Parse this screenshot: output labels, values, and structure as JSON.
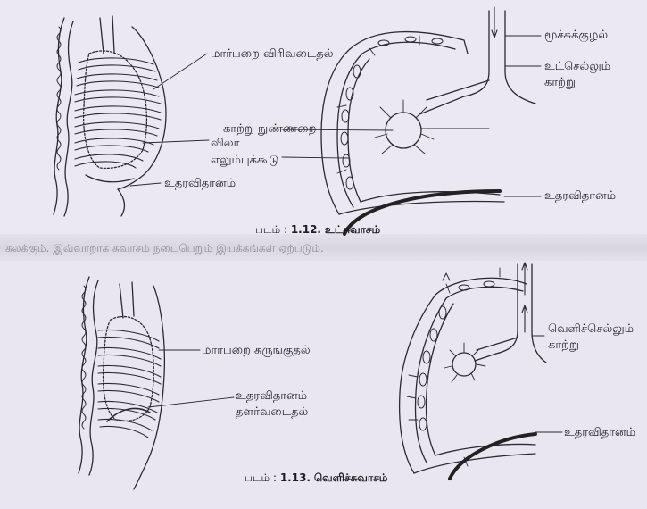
{
  "figure_top": {
    "labels": {
      "chest_expansion": "மார்பறை விரிவடைதல்",
      "alveolus": "காற்று நுண்ணறை",
      "rib": "விலா",
      "ribcage": "எலும்புக்கூடு",
      "diaphragm_left": "உதரவிதானம்",
      "trachea": "மூச்சுக்குழல்",
      "inflow_line1": "உட்செல்லும்",
      "inflow_line2": "காற்று",
      "diaphragm_right": "உதரவிதானம்"
    },
    "caption": {
      "prefix": "படம் : ",
      "number": "1.12.",
      "title": "உட்சுவாசம்"
    }
  },
  "figure_bottom": {
    "labels": {
      "chest_contraction": "மார்பறை சுருங்குதல்",
      "diaphragm_relax_line1": "உதரவிதானம்",
      "diaphragm_relax_line2": "தளர்வடைதல்",
      "outflow_line1": "வெளிச்செல்லும்",
      "outflow_line2": "காற்று",
      "diaphragm_right": "உதரவிதானம்"
    },
    "caption": {
      "prefix": "படம் : ",
      "number": "1.13.",
      "title": "வெளிச்சுவாசம்"
    }
  },
  "bleed_through_text": "கலக்கும். இவ்வாறாக சுவாசம் நடைபெறும் இயக்கங்கள் ஏற்படும்."
}
